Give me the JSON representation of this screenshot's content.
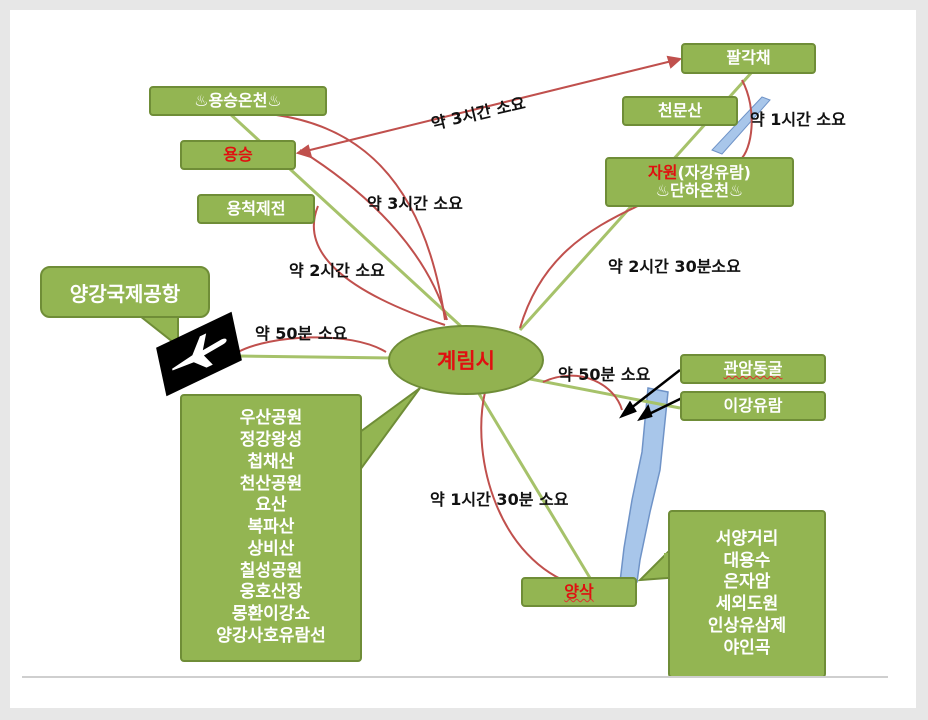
{
  "center": {
    "label": "계림시"
  },
  "airport": {
    "label": "양강국제공항",
    "travel": "약 50분 소요"
  },
  "nodes": {
    "yongsheng_hotspring": "♨용승온천♨",
    "yongsheng": "용승",
    "terrace": "용척제전",
    "palgakchae": "팔각채",
    "cheonmunsan": "천문산",
    "ziyuan_red": "자원",
    "ziyuan_rest": "(자강유람)",
    "danha_hotspring": "♨단하온천♨",
    "guanyan_cave": "관암동굴",
    "lijiang_cruise": "이강유람",
    "yangshuo": "양삭"
  },
  "travel_labels": {
    "yongsheng_far": "약 3시간 소요",
    "yongsheng_near": "약 3시간 소요",
    "terrace": "약 2시간 소요",
    "palgakchae": "약 1시간 소요",
    "ziyuan": "약 2시간 30분소요",
    "guanyan": "약 50분 소요",
    "yangshuo": "약 1시간 30분 소요"
  },
  "city_spots": [
    "우산공원",
    "정강왕성",
    "첩채산",
    "천산공원",
    "요산",
    "복파산",
    "상비산",
    "칠성공원",
    "웅호산장",
    "몽환이강쇼",
    "양강사호유람선"
  ],
  "yangshuo_spots": [
    "서양거리",
    "대용수",
    "은자암",
    "세외도원",
    "인상유삼제",
    "야인곡"
  ],
  "colors": {
    "box_fill": "#93b552",
    "box_border": "#6f8d37",
    "link_green": "#a6c26a",
    "arc_red": "#c0504d",
    "river": "#a8c6ea",
    "highlight_red": "#e01010"
  }
}
